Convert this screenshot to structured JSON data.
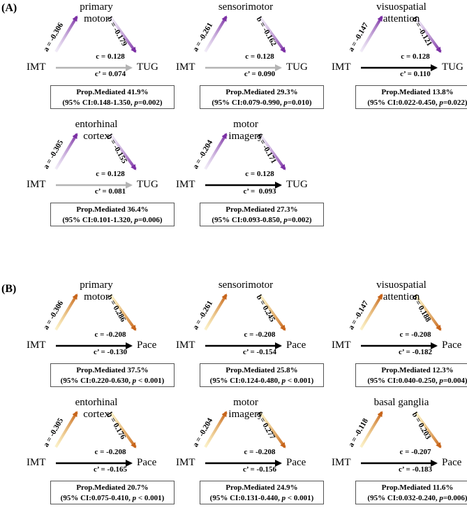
{
  "panels": [
    {
      "label": "(A)",
      "outcome": "TUG",
      "predictor": "IMT",
      "colors": {
        "low": "#ddd1ec",
        "high": "#7b2fa4"
      },
      "mediators": [
        {
          "name": "primary\nmotor",
          "a": "a = -0.306",
          "b": "b = -0.179",
          "c": "c = 0.128",
          "c_prime": "c’ = 0.074",
          "prop": "Prop.Mediated  41.9%",
          "ci": "(95% CI:0.148-1.350, ",
          "p": "p=0.002)",
          "direct_significant": false
        },
        {
          "name": "sensorimotor",
          "a": "a = -0.261",
          "b": "b = -0.162",
          "c": "c = 0.128",
          "c_prime": "c’ = 0.090",
          "prop": "Prop.Mediated  29.3%",
          "ci": "(95% CI:0.079-0.990, ",
          "p": "p=0.010)",
          "direct_significant": false
        },
        {
          "name": "visuospatial\nattention",
          "a": "a = -0.147",
          "b": "b = -0.121",
          "c": "c = 0.128",
          "c_prime": "c’ = 0.110",
          "prop": "Prop.Mediated  13.8%",
          "ci": "(95% CI:0.022-0.450, ",
          "p": "p=0.022)",
          "direct_significant": true
        },
        {
          "name": "entorhinal\ncortex",
          "a": "a = -0.305",
          "b": "b = -0.155",
          "c": "c = 0.128",
          "c_prime": "c’ = 0.081",
          "prop": "Prop.Mediated  36.4%",
          "ci": "(95% CI:0.101-1.320, ",
          "p": "p=0.006)",
          "direct_significant": false
        },
        {
          "name": "motor\nimagery",
          "a": "a = -0.204",
          "b": "b = -0.171",
          "c": "c = 0.128",
          "c_prime": "c’ =  0.093",
          "prop": "Prop.Mediated  27.3%",
          "ci": "(95% CI:0.093-0.850, ",
          "p": "p=0.002)",
          "direct_significant": true
        }
      ]
    },
    {
      "label": "(B)",
      "outcome": "Pace",
      "predictor": "IMT",
      "colors": {
        "low": "#f6dd7a",
        "high": "#c7641a"
      },
      "mediators": [
        {
          "name": "primary\nmotor",
          "a": "a = -0.306",
          "b": "b = 0.286",
          "c": "c = -0.208",
          "c_prime": "c’ = -0.130",
          "prop": "Prop.Mediated  37.5%",
          "ci": "(95% CI:0.220-0.630, ",
          "p": "p < 0.001)",
          "direct_significant": true
        },
        {
          "name": "sensorimotor",
          "a": "a = -0.261",
          "b": "b = 0.245",
          "c": "c = -0.208",
          "c_prime": "c’ = -0.154",
          "prop": "Prop.Mediated  25.8%",
          "ci": "(95% CI:0.124-0.480, ",
          "p": "p < 0.001)",
          "direct_significant": true
        },
        {
          "name": "visuospatial\nattention",
          "a": "a = -0.147",
          "b": "b = 0.188",
          "c": "c = -0.208",
          "c_prime": "c’ = -0.182",
          "prop": "Prop.Mediated  12.3%",
          "ci": "(95% CI:0.040-0.250, ",
          "p": "p=0.004)",
          "direct_significant": true
        },
        {
          "name": "entorhinal\ncortex",
          "a": "a = -0.305",
          "b": "b = 0.176",
          "c": "c = -0.208",
          "c_prime": "c’ = -0.165",
          "prop": "Prop.Mediated  20.7%",
          "ci": "(95% CI:0.075-0.410, ",
          "p": "p < 0.001)",
          "direct_significant": true
        },
        {
          "name": "motor\nimagery",
          "a": "a = -0.204",
          "b": "b = 0.277",
          "c": "c = -0.208",
          "c_prime": "c’ = -0.156",
          "prop": "Prop.Mediated  24.9%",
          "ci": "(95% CI:0.131-0.440, ",
          "p": "p < 0.001)",
          "direct_significant": true
        },
        {
          "name": "basal ganglia",
          "a": "a = -0.118",
          "b": "b = 0.203",
          "c": "c = -0.207",
          "c_prime": "c’ = -0.183",
          "prop": "Prop.Mediated  11.6%",
          "ci": "(95% CI:0.032-0.240, ",
          "p": "p=0.006)",
          "direct_significant": true
        }
      ]
    }
  ]
}
